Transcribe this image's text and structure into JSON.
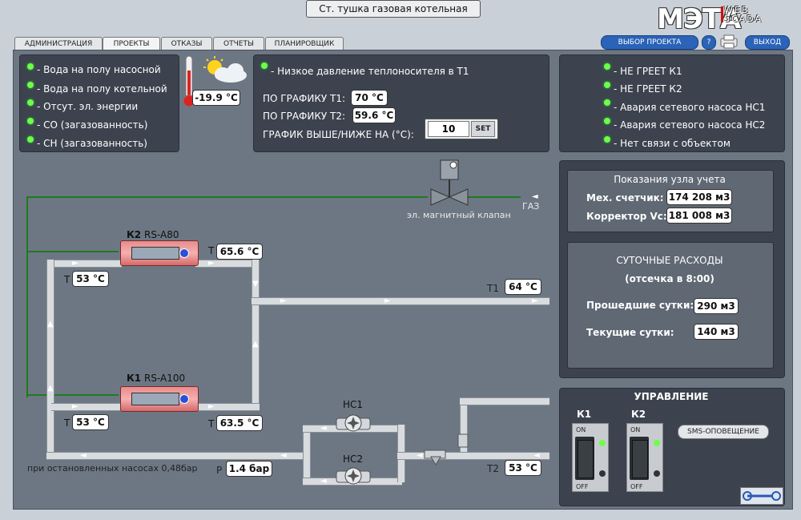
{
  "header": {
    "title": "Ст. тушка газовая котельная",
    "logo_main": "МЭТА",
    "logo_sub1": "WEB",
    "logo_sub2": "SCADA"
  },
  "tabs": [
    {
      "label": "АДМИНИСТРАЦИЯ",
      "active": false
    },
    {
      "label": "ПРОЕКТЫ",
      "active": true
    },
    {
      "label": "ОТКАЗЫ",
      "active": false
    },
    {
      "label": "ОТЧЕТЫ",
      "active": false
    },
    {
      "label": "ПЛАНИРОВЩИК",
      "active": false
    }
  ],
  "top_buttons": {
    "select_project": "ВЫБОР ПРОЕКТА",
    "help": "?",
    "exit": "ВЫХОД"
  },
  "alarms_left": [
    "- Вода на полу насосной",
    "- Вода на полу котельной",
    "- Отсут. эл. энергии",
    "- СО (загазованность)",
    "- СН (загазованность)"
  ],
  "outdoor_temp": "-19.9 °C",
  "center_panel": {
    "alarm": "- Низкое давление теплоносителя в Т1",
    "t1_label": "ПО ГРАФИКУ Т1:",
    "t1_value": "70 °C",
    "t2_label": "ПО ГРАФИКУ Т2:",
    "t2_value": "59.6 °C",
    "offset_label": "ГРАФИК ВЫШЕ/НИЖЕ НА (°C):",
    "offset_value": "10",
    "set_label": "SET"
  },
  "alarms_right": [
    "- НЕ ГРЕЕТ К1",
    "- НЕ ГРЕЕТ К2",
    "- Авария сетевого насоса НС1",
    "- Авария сетевого насоса НС2",
    "- Нет связи с объектом"
  ],
  "scheme": {
    "valve_label": "эл. магнитный клапан",
    "gas_label": "ГАЗ",
    "k2_name": "К2",
    "k2_model": "RS-A80",
    "k1_name": "К1",
    "k1_model": "RS-A100",
    "t_letter": "Т",
    "k2_out_temp": "65.6 °C",
    "k2_in_temp": "53 °C",
    "k1_out_temp": "63.5 °C",
    "k1_in_temp": "53 °C",
    "t1_label": "Т1",
    "t1_temp": "64 °C",
    "t2_label": "Т2",
    "t2_temp": "53 °C",
    "pump1": "НС1",
    "pump2": "НС2",
    "p_label": "Р",
    "pressure": "1.4 бар",
    "pressure_note": "при остановленных насосах 0,48бар"
  },
  "meter": {
    "title": "Показания узла учета",
    "mech_label": "Мех. счетчик:",
    "mech_value": "174 208 м3",
    "corr_label": "Корректор Vc:",
    "corr_value": "181 008 м3"
  },
  "daily": {
    "title": "СУТОЧНЫЕ РАСХОДЫ",
    "subtitle": "(отсечка в 8:00)",
    "past_label": "Прошедшие сутки:",
    "past_value": "290 м3",
    "current_label": "Текущие сутки:",
    "current_value": "140 м3"
  },
  "control": {
    "title": "УПРАВЛЕНИЕ",
    "k1": "К1",
    "k2": "К2",
    "on": "ON",
    "off": "OFF",
    "sms": "SMS-ОПОВЕЩЕНИЕ"
  },
  "colors": {
    "panel": "#3c434e",
    "background": "#6d7784",
    "led_green": "#6cff4a",
    "gas_line": "#1f7a1f",
    "button_blue": "#2a63b8"
  }
}
